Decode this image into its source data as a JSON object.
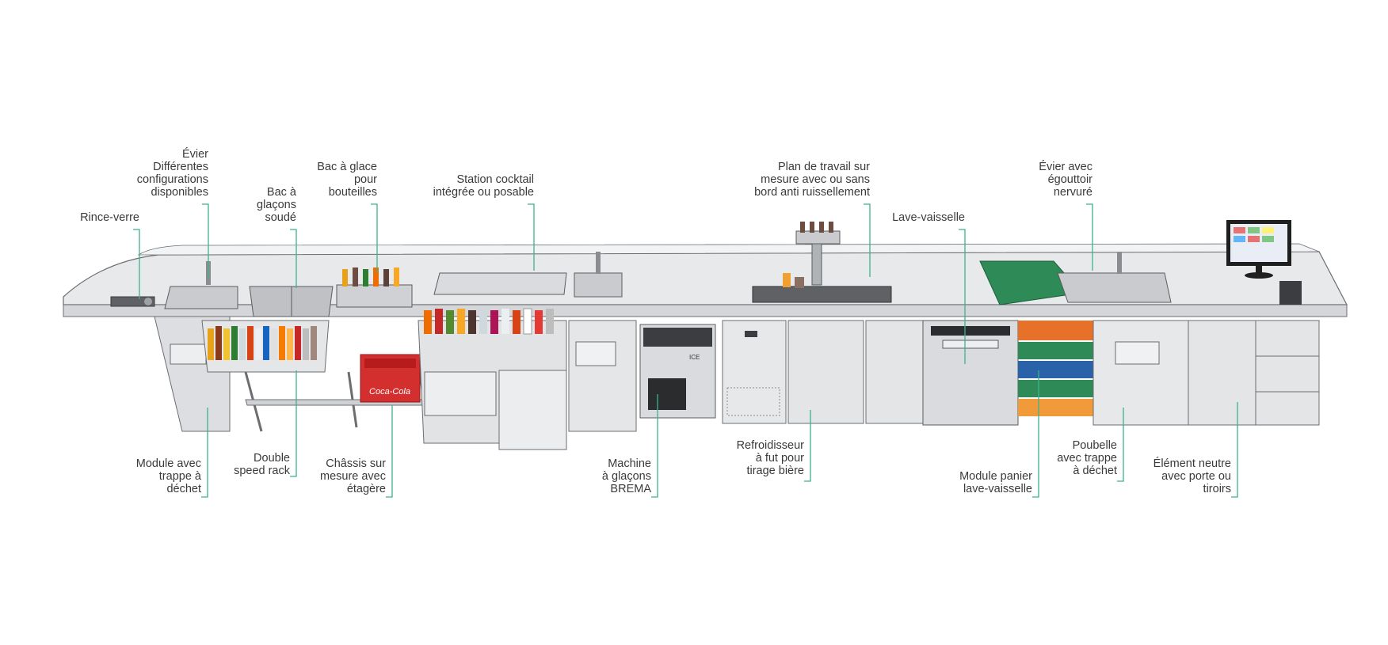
{
  "accent_color": "#3db28c",
  "labels_top": {
    "rince_verre": "Rince-verre",
    "evier": "Évier\nDifférentes\nconfigurations\ndisponibles",
    "bac_glacons": "Bac à\nglaçons\nsoudé",
    "bac_glace_bouteilles": "Bac à glace\npour\nbouteilles",
    "station_cocktail": "Station cocktail\nintégrée ou posable",
    "plan_travail": "Plan de travail sur\nmesure avec ou sans\nbord anti ruissellement",
    "lave_vaisselle": "Lave-vaisselle",
    "evier_egouttoir": "Évier avec\négouttoir\nnervuré"
  },
  "labels_bottom": {
    "module_trappe": "Module avec\ntrappe à\ndéchet",
    "double_speed_rack": "Double\nspeed rack",
    "chassis": "Châssis sur\nmesure avec\nétagère",
    "machine_glacons": "Machine\nà glaçons\nBREMA",
    "refroidisseur": "Refroidisseur\nà fut pour\ntirage bière",
    "module_panier": "Module panier\nlave-vaisselle",
    "poubelle": "Poubelle\navec trappe\nà déchet",
    "element_neutre": "Élément neutre\navec porte ou\ntiroirs"
  },
  "product_text": {
    "crate_brand": "Coca-Cola",
    "ice_machine_brand": "ICE"
  }
}
